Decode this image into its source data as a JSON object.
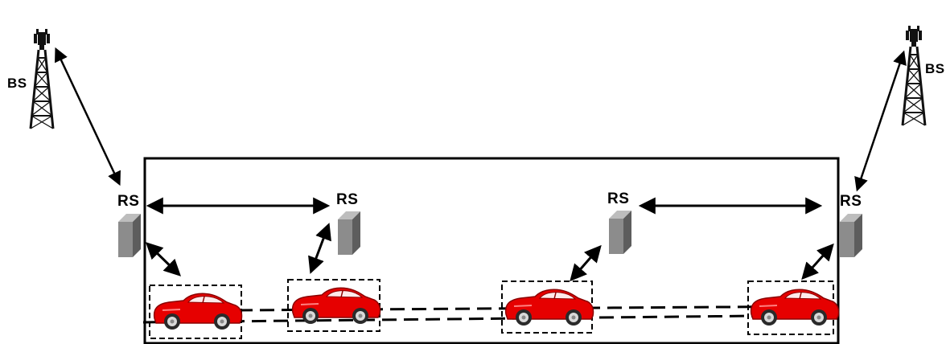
{
  "labels": {
    "bs_left": "BS",
    "bs_right": "BS",
    "rs_1": "RS",
    "rs_2": "RS",
    "rs_3": "RS",
    "rs_4": "RS"
  },
  "colors": {
    "car_body": "#e60000",
    "car_shadow": "#8a0000",
    "relay_station": "#8c8c8c",
    "line": "#000000"
  },
  "icons": [
    "tower-icon",
    "relay-station-icon",
    "car-icon"
  ]
}
